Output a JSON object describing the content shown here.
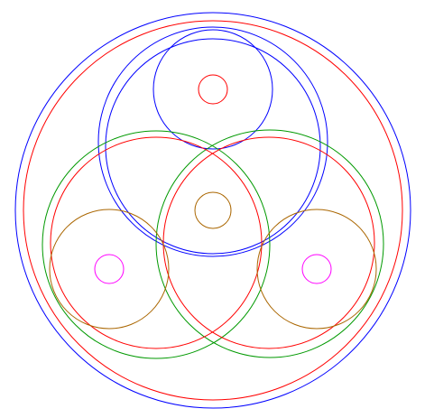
{
  "colors": {
    "blue": "#0000ff",
    "red": "#ff0000",
    "green": "#009900",
    "brown": "#aa6600",
    "magenta": "#ff00ff"
  },
  "circles": {
    "outer_blue": "blue",
    "outer_red": "red",
    "upper_blue_outer": "blue",
    "upper_blue_inner": "blue",
    "top_blue": "blue",
    "top_red_dot": "red",
    "left_green": "green",
    "right_green": "green",
    "left_red": "red",
    "right_red": "red",
    "center_brown": "brown",
    "left_brown": "brown",
    "right_brown": "brown",
    "left_magenta_dot": "magenta",
    "right_magenta_dot": "magenta"
  }
}
